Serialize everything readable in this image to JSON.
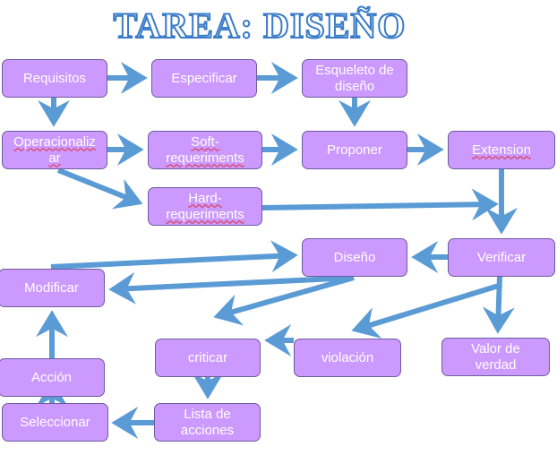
{
  "title": "TAREA: DISEÑO",
  "colors": {
    "box_fill": "#cc99ff",
    "box_border": "#6d5c9e",
    "arrow": "#5b9bd5",
    "title_outline": "#3a7cc8"
  },
  "nodes": {
    "requisitos": "Requisitos",
    "especificar": "Especificar",
    "esqueleto": "Esqueleto de diseño",
    "operacionalizar": "Operacionalizar",
    "soft": "Soft-requeriments",
    "proponer": "Proponer",
    "extension": "Extension",
    "hard": "Hard-requeriments",
    "diseno": "Diseño",
    "verificar": "Verificar",
    "modificar": "Modificar",
    "criticar": "criticar",
    "violacion": "violación",
    "valor": "Valor de verdad",
    "accion": "Acción",
    "lista": "Lista de acciones",
    "seleccionar": "Seleccionar"
  },
  "edges": [
    [
      "Requisitos",
      "Especificar"
    ],
    [
      "Especificar",
      "Esqueleto de diseño"
    ],
    [
      "Requisitos",
      "Operacionalizar"
    ],
    [
      "Esqueleto de diseño",
      "Proponer"
    ],
    [
      "Operacionalizar",
      "Soft-requeriments"
    ],
    [
      "Soft-requeriments",
      "Proponer"
    ],
    [
      "Proponer",
      "Extension"
    ],
    [
      "Operacionalizar",
      "Hard-requeriments"
    ],
    [
      "Hard-requeriments",
      "Verificar"
    ],
    [
      "Extension",
      "Verificar"
    ],
    [
      "Verificar",
      "Diseño"
    ],
    [
      "Modificar",
      "Diseño"
    ],
    [
      "Diseño",
      "Modificar"
    ],
    [
      "Diseño",
      "criticar"
    ],
    [
      "Verificar",
      "violación"
    ],
    [
      "Verificar",
      "Valor de verdad"
    ],
    [
      "violación",
      "criticar"
    ],
    [
      "criticar",
      "Lista de acciones"
    ],
    [
      "Lista de acciones",
      "Seleccionar"
    ],
    [
      "Seleccionar",
      "Acción"
    ],
    [
      "Acción",
      "Modificar"
    ]
  ]
}
